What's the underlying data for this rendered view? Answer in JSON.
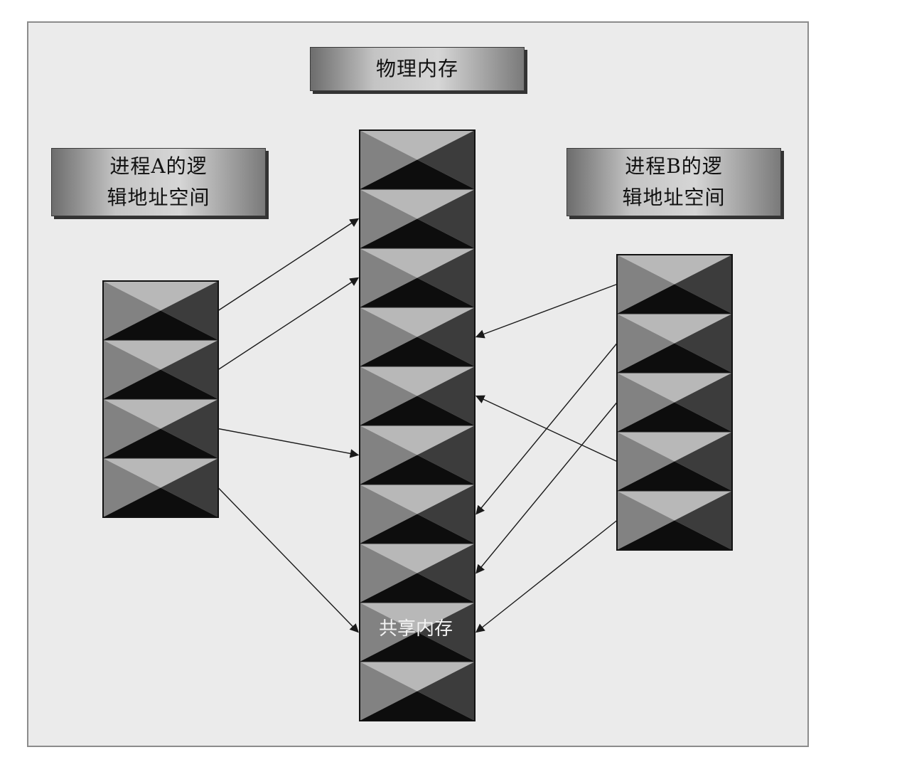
{
  "labels": {
    "physical_memory": "物理内存",
    "process_a_line1": "进程A的逻",
    "process_a_line2": "辑地址空间",
    "process_b_line1": "进程B的逻",
    "process_b_line2": "辑地址空间",
    "shared_memory": "共享内存"
  },
  "columns": {
    "process_a_page_count": 4,
    "physical_frame_count": 10,
    "process_b_page_count": 5,
    "shared_frame_index": 8
  },
  "mappings": {
    "process_a": [
      {
        "page": 0,
        "frame": 1
      },
      {
        "page": 1,
        "frame": 2
      },
      {
        "page": 2,
        "frame": 5
      },
      {
        "page": 3,
        "frame": 8
      }
    ],
    "process_b": [
      {
        "page": 0,
        "frame": 3
      },
      {
        "page": 1,
        "frame": 6
      },
      {
        "page": 2,
        "frame": 7
      },
      {
        "page": 3,
        "frame": 4
      },
      {
        "page": 4,
        "frame": 8
      }
    ]
  },
  "colors": {
    "tile_top": "#b8b8b8",
    "tile_left": "#828282",
    "tile_right": "#3c3c3c",
    "tile_bottom": "#0d0d0d",
    "arrow": "#1a1a1a"
  }
}
